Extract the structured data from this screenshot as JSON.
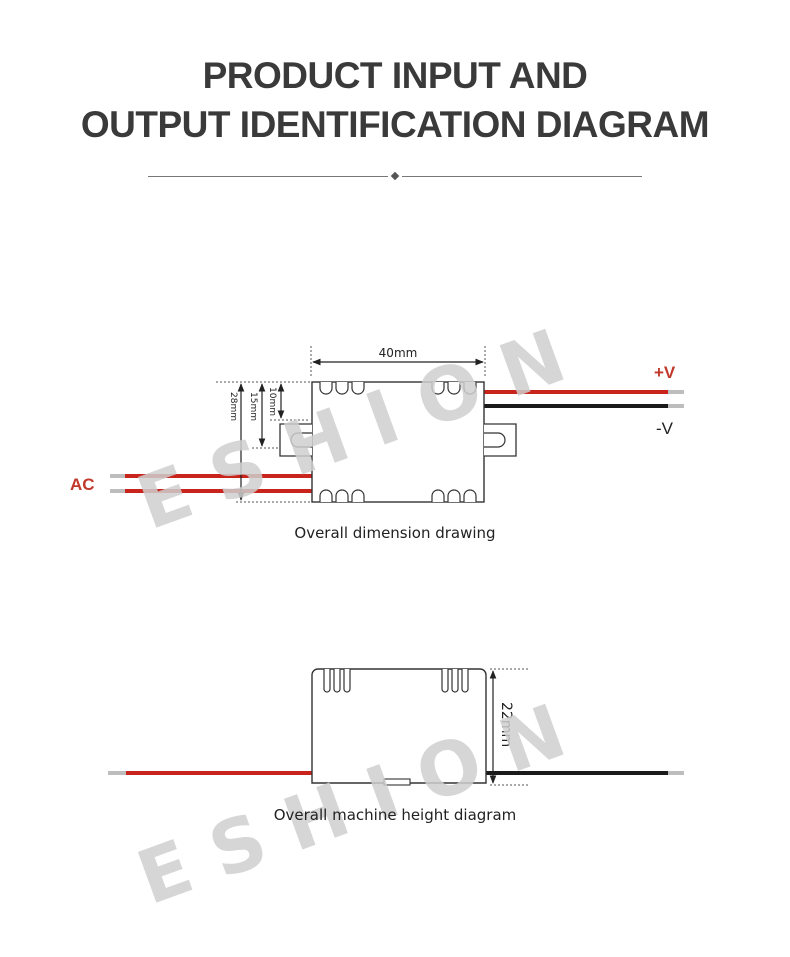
{
  "title": {
    "line1": "PRODUCT INPUT AND",
    "line2": "OUTPUT IDENTIFICATION DIAGRAM"
  },
  "diagram1": {
    "caption": "Overall dimension drawing",
    "width_label": "40mm",
    "height_28_label": "28mm",
    "height_15_label": "15mm",
    "height_10_label": "10mm",
    "input_label": "AC",
    "output_pos_label": "+V",
    "output_neg_label": "-V"
  },
  "diagram2": {
    "caption": "Overall machine height diagram",
    "height_label": "22mm"
  },
  "watermark": {
    "text1": "E S H I O N",
    "text2": "E S H I O N"
  },
  "colors": {
    "red_wire": "#c8241c",
    "black_wire": "#1a1a1a",
    "label_red": "#c0392b",
    "outline": "#333333"
  }
}
